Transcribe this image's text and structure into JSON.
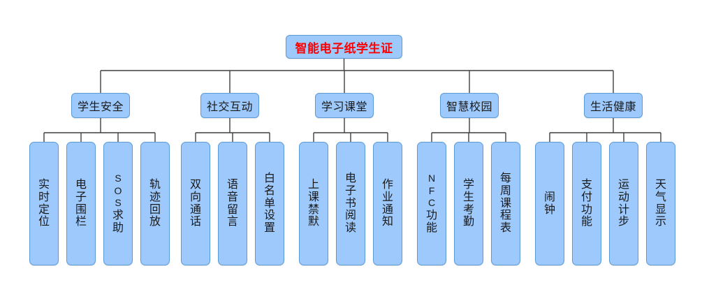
{
  "diagram": {
    "title": "智能电子纸学生证",
    "type": "tree-mindmap",
    "colors": {
      "node_fill": "#9dc9fd",
      "node_border": "#5b9bd5",
      "root_text": "#ff0000",
      "node_text": "#1a1a1a",
      "connector": "#3f3f3f",
      "background": "#ffffff"
    },
    "root": {
      "label": "智能电子纸学生证"
    },
    "branches": [
      {
        "label": "学生安全",
        "leaves": [
          {
            "label": "实时定位",
            "chars": [
              "实",
              "时",
              "定",
              "位"
            ]
          },
          {
            "label": "电子围栏",
            "chars": [
              "电",
              "子",
              "围",
              "栏"
            ]
          },
          {
            "label": "SOS求助",
            "chars": [
              "S",
              "O",
              "S",
              "求",
              "助"
            ]
          },
          {
            "label": "轨迹回放",
            "chars": [
              "轨",
              "迹",
              "回",
              "放"
            ]
          }
        ]
      },
      {
        "label": "社交互动",
        "leaves": [
          {
            "label": "双向通话",
            "chars": [
              "双",
              "向",
              "通",
              "话"
            ]
          },
          {
            "label": "语音留言",
            "chars": [
              "语",
              "音",
              "留",
              "言"
            ]
          },
          {
            "label": "白名单设置",
            "chars": [
              "白",
              "名",
              "单",
              "设",
              "置"
            ]
          }
        ]
      },
      {
        "label": "学习课堂",
        "leaves": [
          {
            "label": "上课禁默",
            "chars": [
              "上",
              "课",
              "禁",
              "默"
            ]
          },
          {
            "label": "电子书阅读",
            "chars": [
              "电",
              "子",
              "书",
              "阅",
              "读"
            ]
          },
          {
            "label": "作业通知",
            "chars": [
              "作",
              "业",
              "通",
              "知"
            ]
          }
        ]
      },
      {
        "label": "智慧校园",
        "leaves": [
          {
            "label": "NFC功能",
            "chars": [
              "N",
              "F",
              "C",
              "功",
              "能"
            ]
          },
          {
            "label": "学生考勤",
            "chars": [
              "学",
              "生",
              "考",
              "勤"
            ]
          },
          {
            "label": "每周课程表",
            "chars": [
              "每",
              "周",
              "课",
              "程",
              "表"
            ]
          }
        ]
      },
      {
        "label": "生活健康",
        "leaves": [
          {
            "label": "闹钟",
            "chars": [
              "闹",
              "钟"
            ]
          },
          {
            "label": "支付功能",
            "chars": [
              "支",
              "付",
              "功",
              "能"
            ]
          },
          {
            "label": "运动计步",
            "chars": [
              "运",
              "动",
              "计",
              "步"
            ]
          },
          {
            "label": "天气显示",
            "chars": [
              "天",
              "气",
              "显",
              "示"
            ]
          }
        ]
      }
    ]
  }
}
